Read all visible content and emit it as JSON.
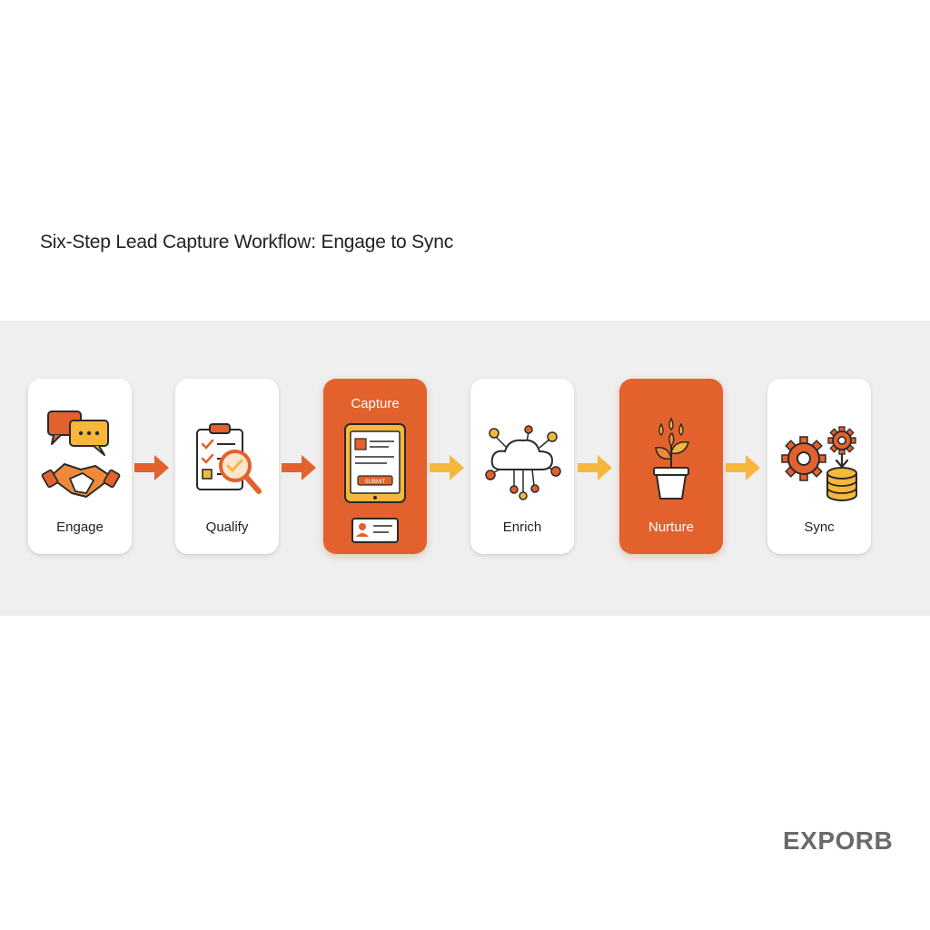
{
  "title": "Six-Step Lead Capture Workflow: Engage to Sync",
  "steps": [
    {
      "label": "Engage",
      "icon": "chat-handshake-icon",
      "highlight": false
    },
    {
      "label": "Qualify",
      "icon": "clipboard-magnifier-icon",
      "highlight": false
    },
    {
      "label": "Capture",
      "icon": "tablet-form-icon",
      "highlight": true,
      "badge": "SUBMIT"
    },
    {
      "label": "Enrich",
      "icon": "cloud-network-icon",
      "highlight": false
    },
    {
      "label": "Nurture",
      "icon": "sprout-pot-icon",
      "highlight": true
    },
    {
      "label": "Sync",
      "icon": "gears-database-icon",
      "highlight": false
    }
  ],
  "colors": {
    "accent": "#e2612d",
    "orange_mid": "#f08a3a",
    "yellow": "#f6b73c",
    "band": "#efefef"
  },
  "brand": "EXPORB"
}
